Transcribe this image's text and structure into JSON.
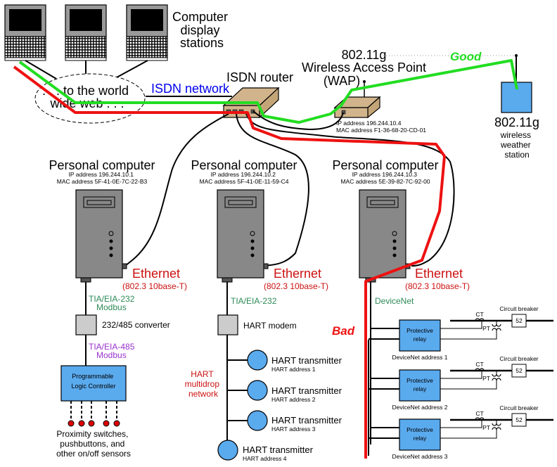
{
  "colors": {
    "good_path": "#22dd22",
    "bad_path": "#ee1111",
    "device_blue": "#5aaaee",
    "router_tan": "#d2b48c",
    "pc_gray": "#888888",
    "converter_gray": "#cccccc",
    "ethernet_red": "#cc1111",
    "serial_green": "#2e8b57",
    "rs485_purple": "#9932cc",
    "isdn_blue": "#0000ee",
    "sensor_red": "#dd0000"
  },
  "display_stations": {
    "label_lines": [
      "Computer",
      "display",
      "stations"
    ],
    "count": 3
  },
  "cloud": {
    "label_lines": [
      ". . . to the world",
      "wide web . . ."
    ]
  },
  "isdn_network_label": "ISDN network",
  "router": {
    "label": "ISDN router"
  },
  "wap": {
    "label_lines": [
      "802.11g",
      "Wireless Access Point",
      "(WAP)"
    ],
    "ip": "IP address 196.244.10.4",
    "mac": "MAC address F1-36-68-20-CD-01"
  },
  "weather_station": {
    "label_big": "802.11g",
    "label_lines": [
      "wireless",
      "weather",
      "station"
    ]
  },
  "path_labels": {
    "good": "Good",
    "bad": "Bad"
  },
  "pcs": [
    {
      "title": "Personal computer",
      "ip": "IP address 196.244.10.1",
      "mac": "MAC address 5F-41-0E-7C-22-B3",
      "ethernet": "Ethernet",
      "ethernet_std": "(802.3 10base-T)"
    },
    {
      "title": "Personal computer",
      "ip": "IP address 196.244.10.2",
      "mac": "MAC address 5F-41-0E-11-59-C4",
      "ethernet": "Ethernet",
      "ethernet_std": "(802.3 10base-T)"
    },
    {
      "title": "Personal computer",
      "ip": "IP address 196.244.10.3",
      "mac": "MAC address 5E-39-82-7C-92-00",
      "ethernet": "Ethernet",
      "ethernet_std": "(802.3 10base-T)"
    }
  ],
  "modbus_branch": {
    "serial_label": [
      "TIA/EIA-232",
      "Modbus"
    ],
    "converter_label": "232/485 converter",
    "rs485_label": [
      "TIA/EIA-485",
      "Modbus"
    ],
    "plc_label": [
      "Programmable",
      "Logic Controller"
    ],
    "sensors_label": [
      "Proximity switches,",
      "pushbuttons, and",
      "other on/off sensors"
    ],
    "sensor_count": 5
  },
  "hart_branch": {
    "serial_label": "TIA/EIA-232",
    "modem_label": "HART modem",
    "network_label": [
      "HART",
      "multidrop",
      "network"
    ],
    "transmitters": [
      {
        "label": "HART transmitter",
        "address": "HART address 1"
      },
      {
        "label": "HART transmitter",
        "address": "HART address 2"
      },
      {
        "label": "HART transmitter",
        "address": "HART address 3"
      },
      {
        "label": "HART transmitter",
        "address": "HART address 4"
      }
    ]
  },
  "devicenet_branch": {
    "bus_label": "DeviceNet",
    "relays": [
      {
        "label": [
          "Protective",
          "relay"
        ],
        "address": "DeviceNet address 1",
        "ct": "CT",
        "pt": "PT",
        "breaker_label": "Circuit breaker",
        "breaker_number": "52"
      },
      {
        "label": [
          "Protective",
          "relay"
        ],
        "address": "DeviceNet address 2",
        "ct": "CT",
        "pt": "PT",
        "breaker_label": "Circuit breaker",
        "breaker_number": "52"
      },
      {
        "label": [
          "Protective",
          "relay"
        ],
        "address": "DeviceNet address 3",
        "ct": "CT",
        "pt": "PT",
        "breaker_label": "Circuit breaker",
        "breaker_number": "52"
      }
    ]
  }
}
